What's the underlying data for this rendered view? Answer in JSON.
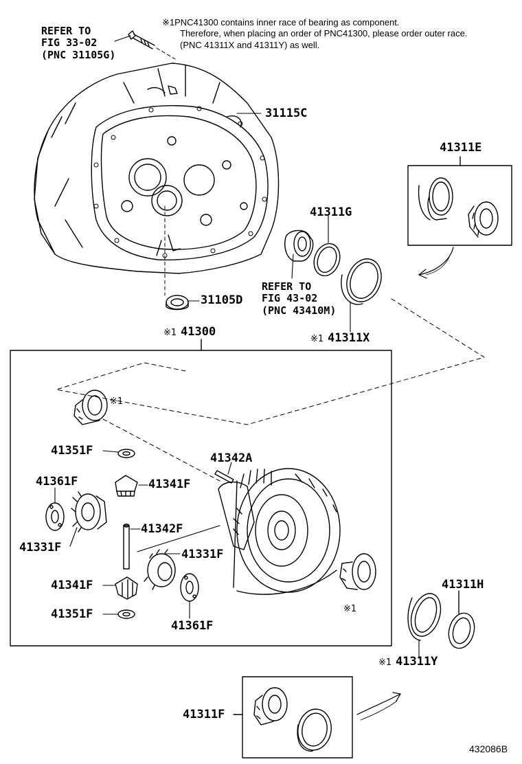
{
  "note": {
    "mark": "※1",
    "line1": "PNC41300 contains inner race of bearing as component.",
    "line2": "Therefore, when placing an order of PNC41300, please order outer race.",
    "line3": "(PNC 41311X and 41311Y) as well."
  },
  "refs": {
    "fig33": {
      "line1": "REFER TO",
      "line2": "FIG 33-02",
      "line3": "(PNC 31105G)"
    },
    "fig43": {
      "line1": "REFER TO",
      "line2": "FIG 43-02",
      "line3": "(PNC 43410M)"
    }
  },
  "labels": {
    "p31115C": "31115C",
    "p31105D": "31105D",
    "p41311E": "41311E",
    "p41311G": "41311G",
    "p41311X": "41311X",
    "p41300": "41300",
    "p41351F_top": "41351F",
    "p41342A": "41342A",
    "p41361F_left": "41361F",
    "p41341F_top": "41341F",
    "p41342F": "41342F",
    "p41331F_left": "41331F",
    "p41331F_mid": "41331F",
    "p41341F_bottom": "41341F",
    "p41351F_bottom": "41351F",
    "p41361F_bottom": "41361F",
    "p41311H": "41311H",
    "p41311Y": "41311Y",
    "p41311F": "41311F"
  },
  "marks": {
    "m41311X": "※1",
    "m41300": "※1",
    "m_bearing_top": "※1",
    "m_bearing_right": "※1",
    "m41311Y": "※1"
  },
  "diagram_id": "432086B"
}
